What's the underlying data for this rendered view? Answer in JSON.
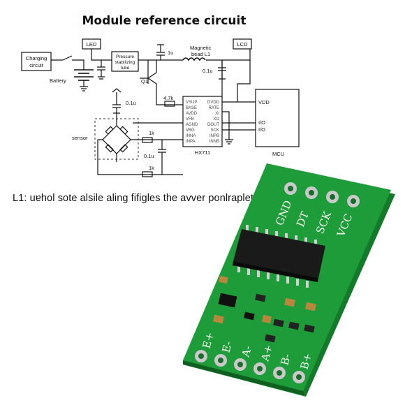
{
  "title": "Module reference circuit",
  "caption": "L1: uɐhol sote alsile aling fifigles the avver ponlraplete",
  "schematic": {
    "charging": [
      "Charging",
      "circuit"
    ],
    "battery": "Battery",
    "led": "LED",
    "pressure": [
      "Pressure",
      "stabilizing",
      "tube"
    ],
    "cap_top": "1u",
    "magnetic": [
      "Magnetic",
      "bead L1"
    ],
    "lcd": "LCD",
    "cap_right": "0.1u",
    "q1": "Q1",
    "cap_left": "0.1u",
    "r_47k": "4.7k",
    "sensor": "sensor",
    "r1": "1k",
    "cap_mid": "0.1u",
    "r2": "1k",
    "ic_name": "HX711",
    "ic_left_pins": [
      "VSUP",
      "BASE",
      "AVDD",
      "VFB",
      "AGND",
      "VBG",
      "INNA",
      "INPA"
    ],
    "ic_right_pins": [
      "DVDD",
      "RATE",
      "XI",
      "XO",
      "DOUT",
      "SCK",
      "INPB",
      "INNB"
    ],
    "mcu_pins": [
      "VDD",
      "I/O",
      "I/O"
    ],
    "mcu": "MCU"
  },
  "board": {
    "top_pins": [
      "GND",
      "DT",
      "SCK",
      "VCC"
    ],
    "bottom_pins": [
      "E+",
      "E-",
      "A-",
      "A+",
      "B-",
      "B+"
    ],
    "colors": {
      "pcb": "#1e9c3a",
      "pcb_dark": "#137a2a",
      "pad": "#c9c9c9",
      "chip": "#1a1a1a"
    }
  }
}
